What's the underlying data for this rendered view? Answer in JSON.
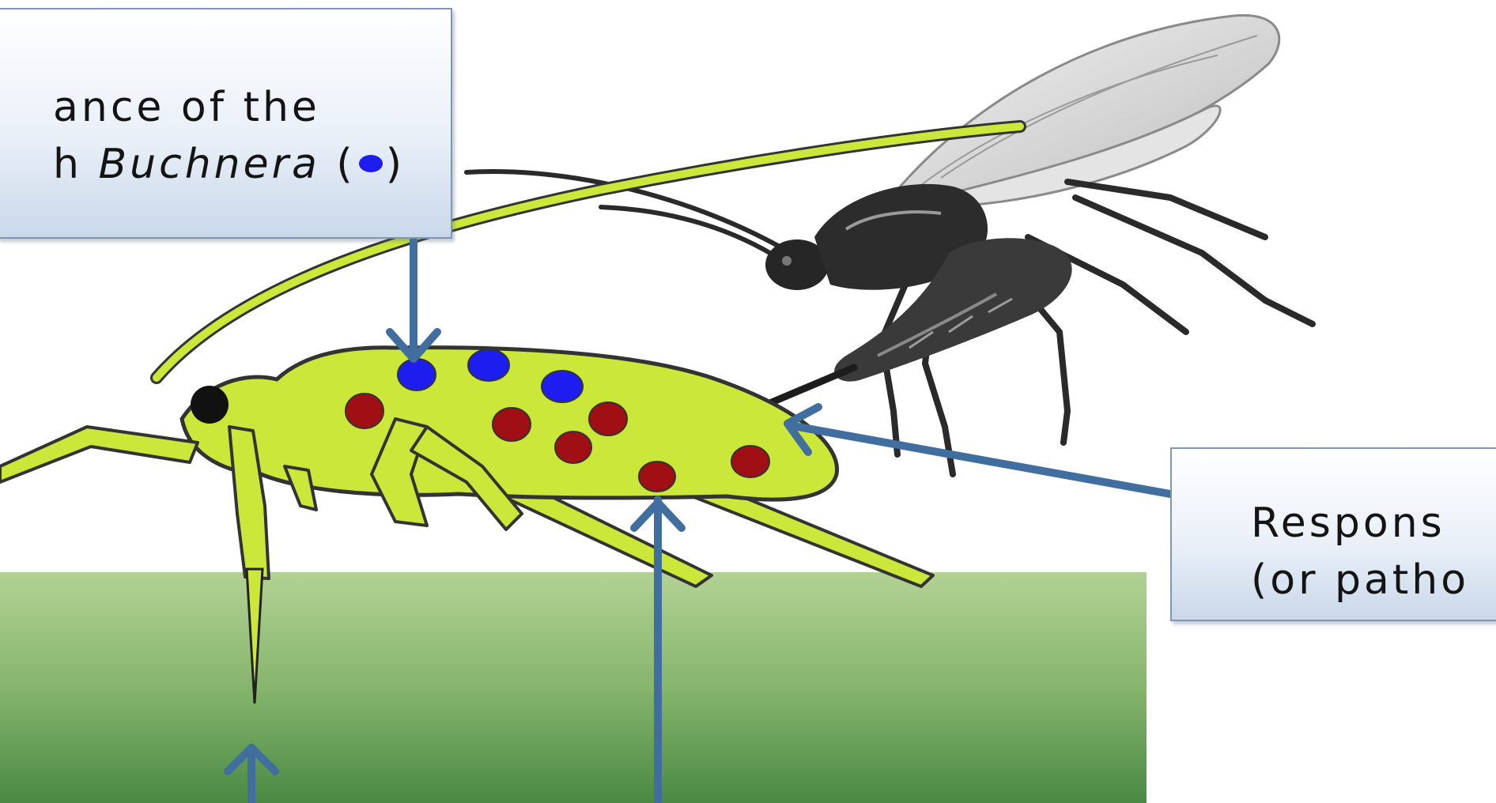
{
  "callouts": {
    "buchnera": {
      "line1": "ance of the",
      "line2_prefix": "h ",
      "line2_species": "Buchnera",
      "line2_open": " (",
      "line2_close": ")",
      "symbol_color": "#1d1df0"
    },
    "response": {
      "line1": "Respons",
      "line2": "(or patho"
    }
  },
  "colors": {
    "aphid_body": "#cbe83a",
    "aphid_outline": "#333333",
    "buchnera_dot": "#1d1df0",
    "red_dot": "#a00f14",
    "arrow": "#3f6e9f",
    "plant_top": "#a9cc88",
    "plant_bottom": "#4c8a46",
    "wasp": "#2a2a2a"
  },
  "icons": {
    "aphid": "aphid-illustration",
    "wasp": "parasitoid-wasp-illustration",
    "plant": "plant-tissue-block"
  }
}
